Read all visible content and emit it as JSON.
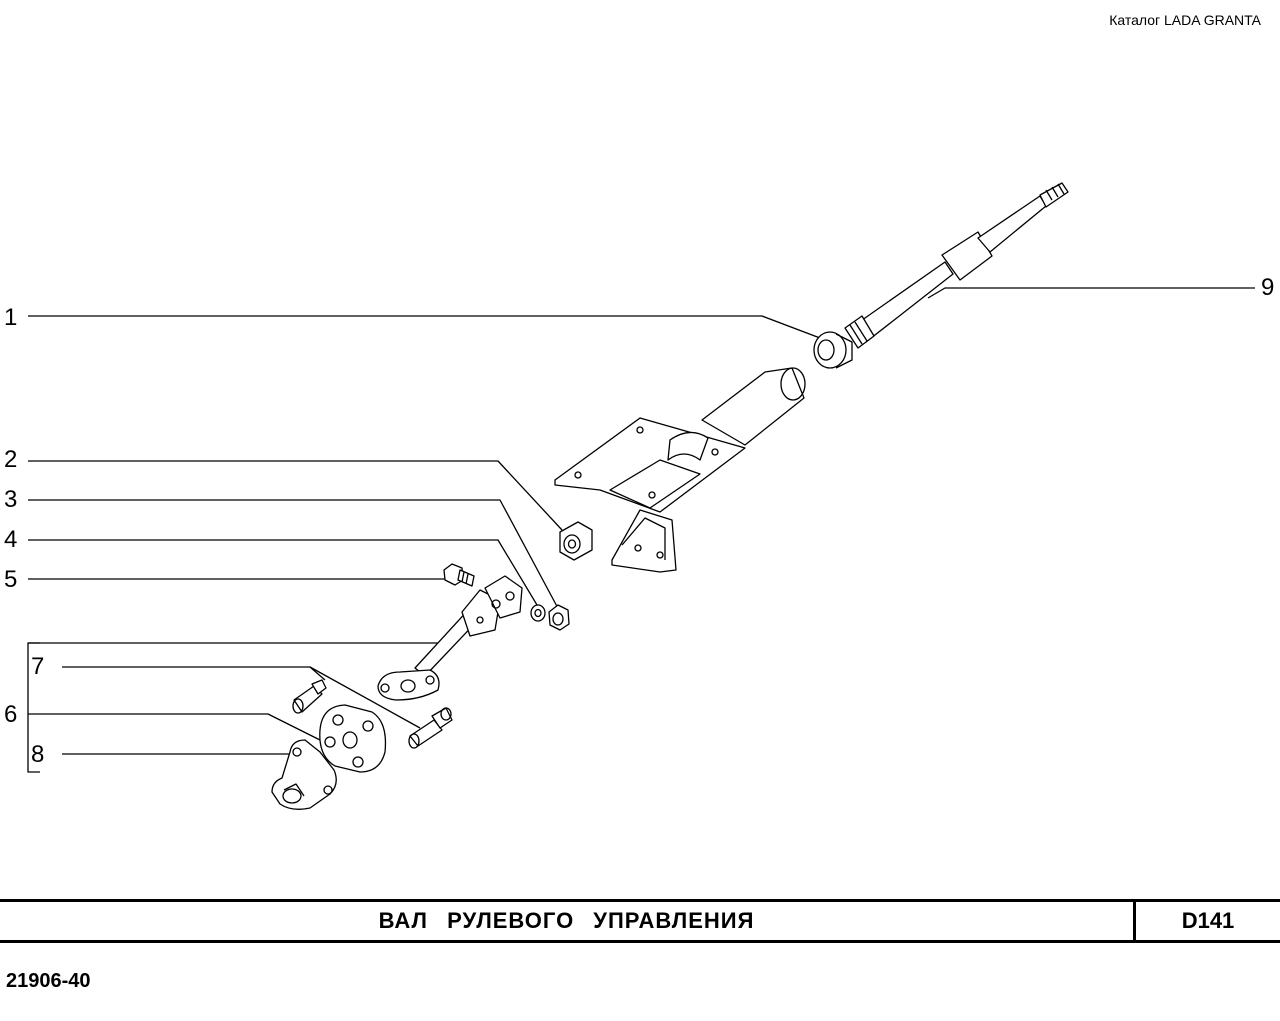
{
  "header": {
    "catalog_label": "Каталог LADA  GRANTA"
  },
  "callouts": [
    {
      "id": "1",
      "label": "1"
    },
    {
      "id": "2",
      "label": "2"
    },
    {
      "id": "3",
      "label": "3"
    },
    {
      "id": "4",
      "label": "4"
    },
    {
      "id": "5",
      "label": "5"
    },
    {
      "id": "6",
      "label": "6"
    },
    {
      "id": "7",
      "label": "7"
    },
    {
      "id": "8",
      "label": "8"
    },
    {
      "id": "9",
      "label": "9"
    }
  ],
  "footer": {
    "title": "ВАЛ   РУЛЕВОГО   УПРАВЛЕНИЯ",
    "code": "D141",
    "model": "21906-40"
  }
}
